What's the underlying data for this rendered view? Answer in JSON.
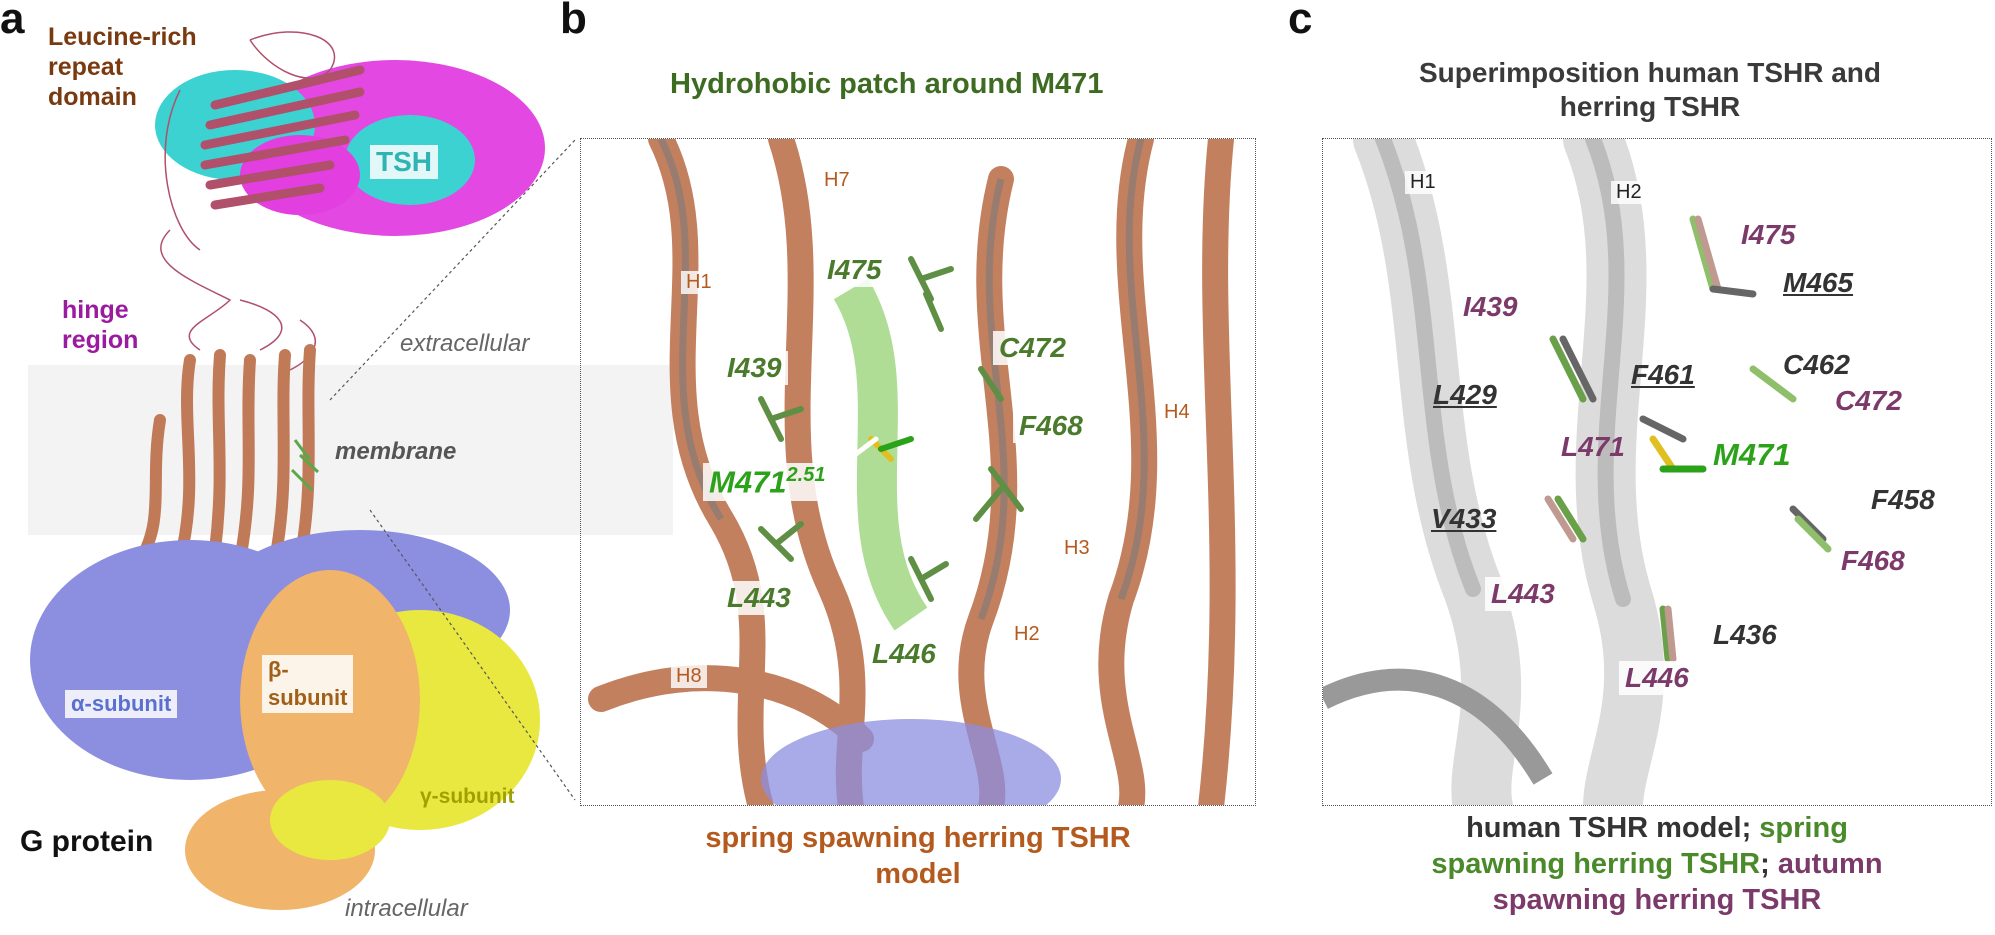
{
  "panel_a": {
    "letter": "a",
    "lrr_label": "Leucine-rich\nrepeat\ndomain",
    "tsh_label": "TSH",
    "hinge_label": "hinge\nregion",
    "extracellular": "extracellular",
    "membrane": "membrane",
    "alpha": "α-subunit",
    "beta": "β-\nsubunit",
    "gamma": "γ-subunit",
    "gprotein": "G protein",
    "intracellular": "intracellular"
  },
  "panel_b": {
    "letter": "b",
    "title": "Hydrohobic patch around M471",
    "helices": {
      "h1": "H1",
      "h2": "H2",
      "h3": "H3",
      "h4": "H4",
      "h7": "H7",
      "h8": "H8"
    },
    "residues": {
      "i475": "I475",
      "c472": "C472",
      "i439": "I439",
      "f468": "F468",
      "m471": "M471",
      "m471_sup": "2.51",
      "l443": "L443",
      "l446": "L446"
    },
    "caption": "spring spawning herring TSHR\nmodel"
  },
  "panel_c": {
    "letter": "c",
    "title": "Superimposition human TSHR and\nherring TSHR",
    "helices": {
      "h1": "H1",
      "h2": "H2"
    },
    "residues": {
      "i475": "I475",
      "m465": "M465",
      "i439": "I439",
      "l429": "L429",
      "f461": "F461",
      "c462": "C462",
      "c472": "C472",
      "l471": "L471",
      "m471": "M471",
      "v433": "V433",
      "f458": "F458",
      "f468": "F468",
      "l443": "L443",
      "l436": "L436",
      "l446": "L446"
    },
    "legend": {
      "human": "human TSHR model;",
      "spring": "spring\nspawning herring TSHR",
      "sep": ";",
      "autumn": "autumn\nspawning herring TSHR"
    }
  },
  "colors": {
    "helix_brown": "#c07a57",
    "helix_gray": "#a8a8a8",
    "tsh_cyan": "#3cd2d2",
    "tsh_magenta": "#e23ee0",
    "lrr_strand": "#b0506a",
    "membrane_gray": "#f2f2f2",
    "alpha_blue": "#8c8ee0",
    "beta_orange": "#f0b46a",
    "gamma_yellow": "#e8e840",
    "green_label": "#4a7a2c",
    "bright_green": "#2ca21a",
    "purple_label": "#7b3a6a",
    "orange_label": "#b45a1e"
  }
}
